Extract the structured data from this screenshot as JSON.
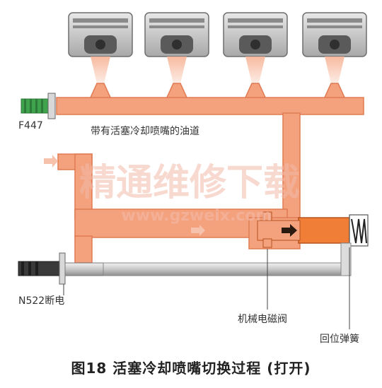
{
  "labels": {
    "inlet_sensor": "F447",
    "oil_channel": "带有活塞冷却喷嘴的油道",
    "solenoid_valve": "N522断电",
    "mechanical_valve": "机械电磁阀",
    "return_spring": "回位弹簧"
  },
  "watermark": {
    "text": "精通维修下载",
    "url": "www.gzweix.com"
  },
  "caption": "图18  活塞冷却喷嘴切换过程 (打开)",
  "colors": {
    "oil": "#f4a27e",
    "oil_dark": "#e07a52",
    "piston": "#c9c9c9",
    "spray": "#f7b69a",
    "sensor": "#3fa34d",
    "spring_chamber": "#f07e36",
    "watermark": "#f2b9a8"
  },
  "piston_count": 4
}
